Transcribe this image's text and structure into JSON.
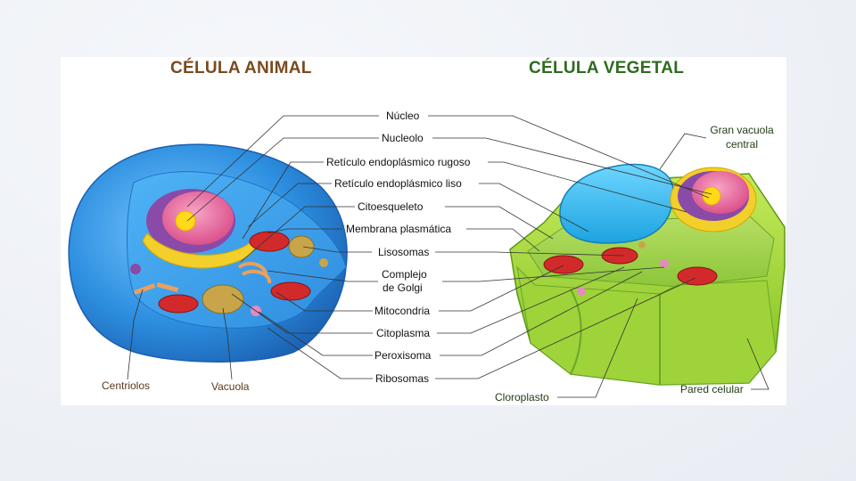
{
  "titles": {
    "animal": "CÉLULA ANIMAL",
    "vegetal": "CÉLULA VEGETAL"
  },
  "center_labels": [
    "Núcleo",
    "Nucleolo",
    "Retículo endoplásmico rugoso",
    "Retículo endoplásmico liso",
    "Citoesqueleto",
    "Membrana plasmática",
    "Lisosomas",
    "Complejo",
    "de Golgi",
    "Mitocondria",
    "Citoplasma",
    "Peroxisoma",
    "Ribosomas"
  ],
  "animal_labels": {
    "centriolos": "Centriolos",
    "vacuola": "Vacuola"
  },
  "vegetal_labels": {
    "gran_vacuola_1": "Gran vacuola",
    "gran_vacuola_2": "central",
    "cloroplasto": "Cloroplasto",
    "pared_celular": "Pared celular"
  },
  "colors": {
    "animal_title": "#7a4a1e",
    "vegetal_title": "#2e6b1f",
    "animal_membrane": "#2d8fe0",
    "plant_wall": "#9bd23a",
    "nucleus": "#e65a92",
    "nucleolus": "#ffd91a",
    "mitochondria": "#d22a2a",
    "vacuole_plant": "#29b6f0"
  }
}
